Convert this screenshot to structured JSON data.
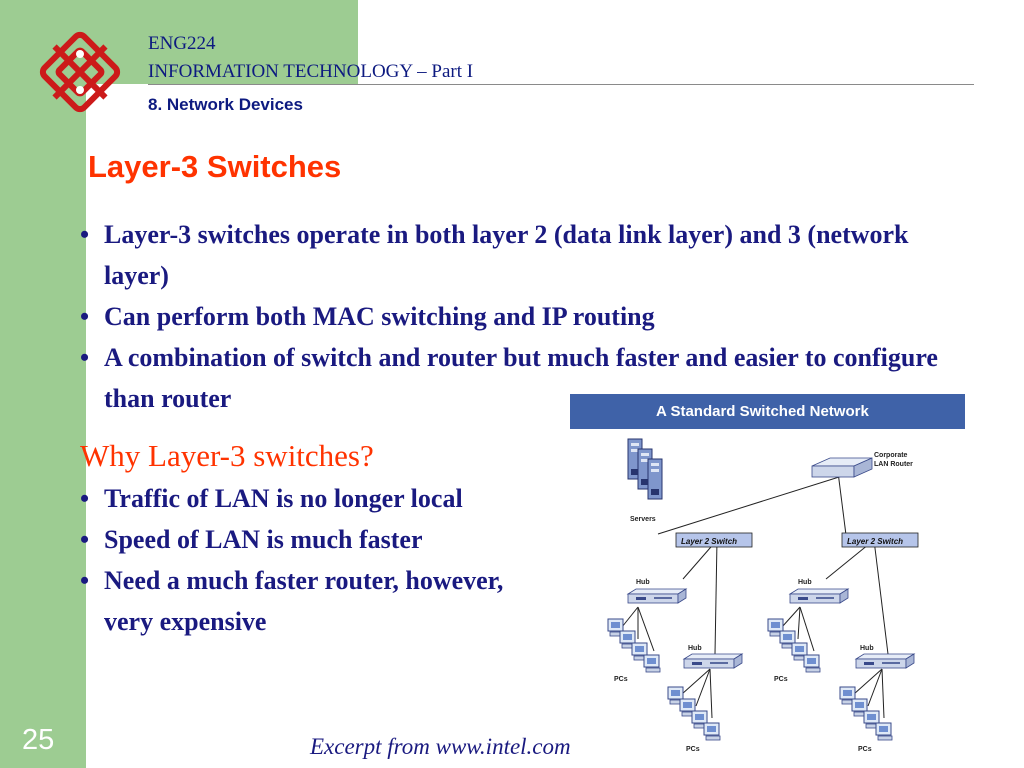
{
  "header": {
    "course_code": "ENG224",
    "course_title": "INFORMATION TECHNOLOGY – Part I",
    "section": "8. Network Devices"
  },
  "slide": {
    "title": "Layer-3 Switches",
    "bullets": [
      "Layer-3 switches operate in both layer 2 (data link layer) and 3 (network layer)",
      "Can perform both MAC switching and IP routing",
      "A combination of switch and router but much faster and easier to configure than router"
    ],
    "subheading": "Why Layer-3 switches?",
    "why_bullets": [
      "Traffic of LAN is no longer local",
      "Speed of LAN is much faster",
      "Need a much faster router, however, very expensive"
    ]
  },
  "figure": {
    "title": "A Standard Switched Network",
    "labels": {
      "servers": "Servers",
      "router_line1": "Corporate",
      "router_line2": "LAN Router",
      "switch_left": "Layer 2 Switch",
      "switch_right": "Layer 2 Switch",
      "hub": "Hub",
      "pcs": "PCs"
    }
  },
  "footer": {
    "slide_number": "25",
    "source": "Excerpt from www.intel.com"
  },
  "colors": {
    "sidebar": "#9dcc92",
    "header_text": "#0d1a80",
    "title_red": "#ff3300",
    "body_text": "#1a1a80",
    "figure_header": "#3f62a8"
  }
}
